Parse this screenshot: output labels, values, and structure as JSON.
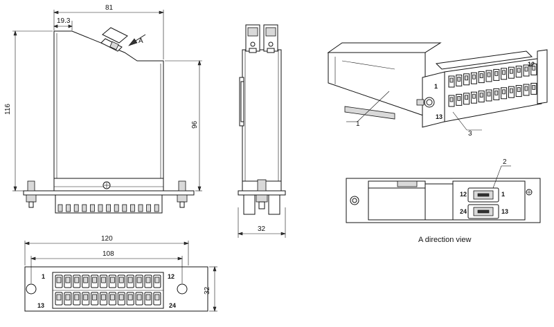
{
  "dimensions": {
    "top_width": "81",
    "top_offset": "19.3",
    "left_height": "116",
    "right_height": "96",
    "side_width": "32",
    "front_width": "120",
    "front_inner": "108",
    "front_height": "32"
  },
  "labels": {
    "arrow_a": "A",
    "port_1": "1",
    "port_12": "12",
    "port_13": "13",
    "port_24": "24",
    "callout_1": "1",
    "callout_2": "2",
    "callout_3": "3",
    "a_view_12": "12",
    "a_view_1": "1",
    "a_view_24": "24",
    "a_view_13": "13"
  },
  "captions": {
    "a_direction": "A direction view"
  }
}
